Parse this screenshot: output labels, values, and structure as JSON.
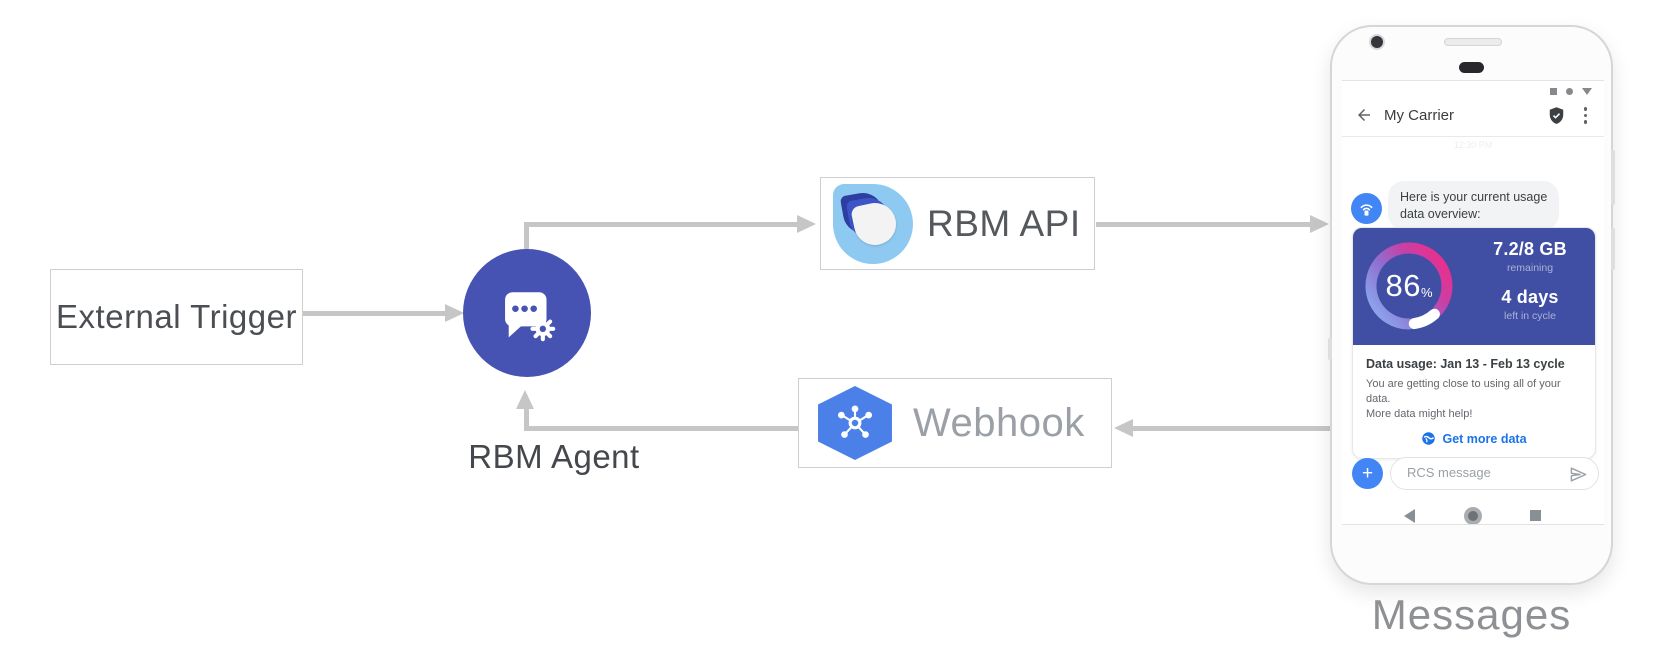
{
  "diagram": {
    "external_trigger_label": "External Trigger",
    "rbm_agent_label": "RBM Agent",
    "rbm_api_label": "RBM API",
    "webhook_label": "Webhook",
    "arrow_color": "#c6c6c6",
    "agent_circle_color": "#4753b2",
    "webhook_hex_color": "#4b80e8",
    "api_logo_colors": [
      "#8ec9f2",
      "#2e3da0",
      "#3c55c6",
      "#f3f3f3"
    ]
  },
  "phone": {
    "caption": "Messages",
    "header": {
      "title": "My Carrier",
      "timestamp": "12:30 PM"
    },
    "icons": {
      "status": [
        "square-icon",
        "dot-icon",
        "triangle-icon"
      ],
      "back": "arrow-left-icon",
      "verified": "shield-check-icon",
      "menu": "kebab-menu-icon",
      "avatar": "carrier-antenna-icon",
      "link": "globe-icon",
      "send": "send-icon",
      "nav": [
        "back-triangle-icon",
        "home-circle-icon",
        "recents-square-icon"
      ]
    },
    "chat": {
      "message_line1": "Here is your current usage",
      "message_line2": "data overview:",
      "usage_card": {
        "card_color": "#404fa4",
        "gauge_colors": [
          "#8ab9f5",
          "#8f6fd1",
          "#ee2d8a"
        ],
        "percent": "86",
        "percent_symbol": "%",
        "quota": "7.2/8 GB",
        "quota_label": "remaining",
        "days": "4 days",
        "days_label": "left in cycle",
        "title": "Data usage: Jan 13 - Feb 13 cycle",
        "body_line1": "You are getting close to using all of your data.",
        "body_line2": "More data might help!",
        "link_label": "Get more data",
        "link_color": "#1a73e8"
      }
    },
    "composer": {
      "plus_label": "+",
      "placeholder": "RCS message"
    }
  }
}
